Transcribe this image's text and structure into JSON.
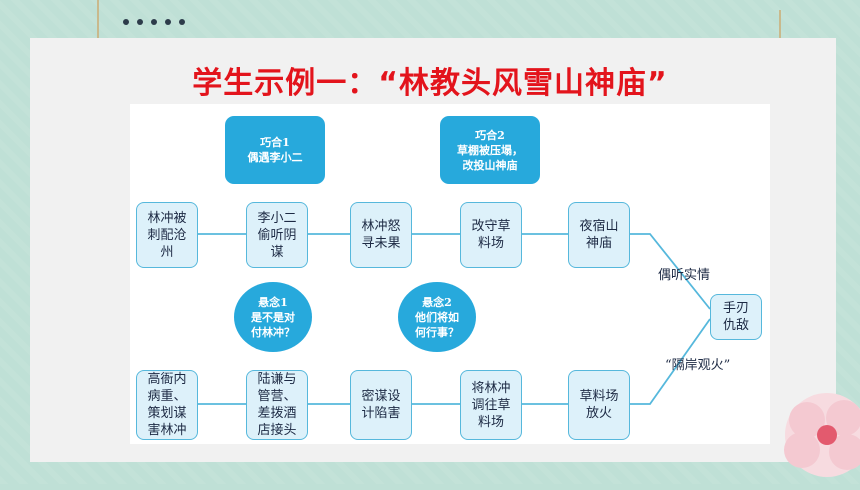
{
  "title": "学生示例一：“林教头风雪山神庙”",
  "callouts": [
    {
      "text": "巧合1\n偶遇李小二"
    },
    {
      "text": "巧合2\n草棚被压塌，\n改投山神庙"
    }
  ],
  "bubbles": [
    {
      "text": "悬念1\n是不是对\n付林冲？"
    },
    {
      "text": "悬念2\n他们将如\n何行事？"
    }
  ],
  "top_row": [
    {
      "text": "林冲被\n刺配沧\n州"
    },
    {
      "text": "李小二\n偷听阴\n谋"
    },
    {
      "text": "林冲怒\n寻未果"
    },
    {
      "text": "改守草\n料场"
    },
    {
      "text": "夜宿山\n神庙"
    }
  ],
  "bottom_row": [
    {
      "text": "高衙内\n病重、\n策划谋\n害林冲"
    },
    {
      "text": "陆谦与\n管营、\n差拨酒\n店接头"
    },
    {
      "text": "密谋设\n计陷害"
    },
    {
      "text": "将林冲\n调往草\n料场"
    },
    {
      "text": "草料场\n放火"
    }
  ],
  "end_box": {
    "text": "手刃\n仇敌"
  },
  "labels": {
    "upper": "偶听实情",
    "lower": "“隔岸观火”"
  },
  "colors": {
    "title": "#e3141c",
    "box_fill": "#ddf1fa",
    "box_border": "#56b8dc",
    "callout": "#27a9dc"
  }
}
